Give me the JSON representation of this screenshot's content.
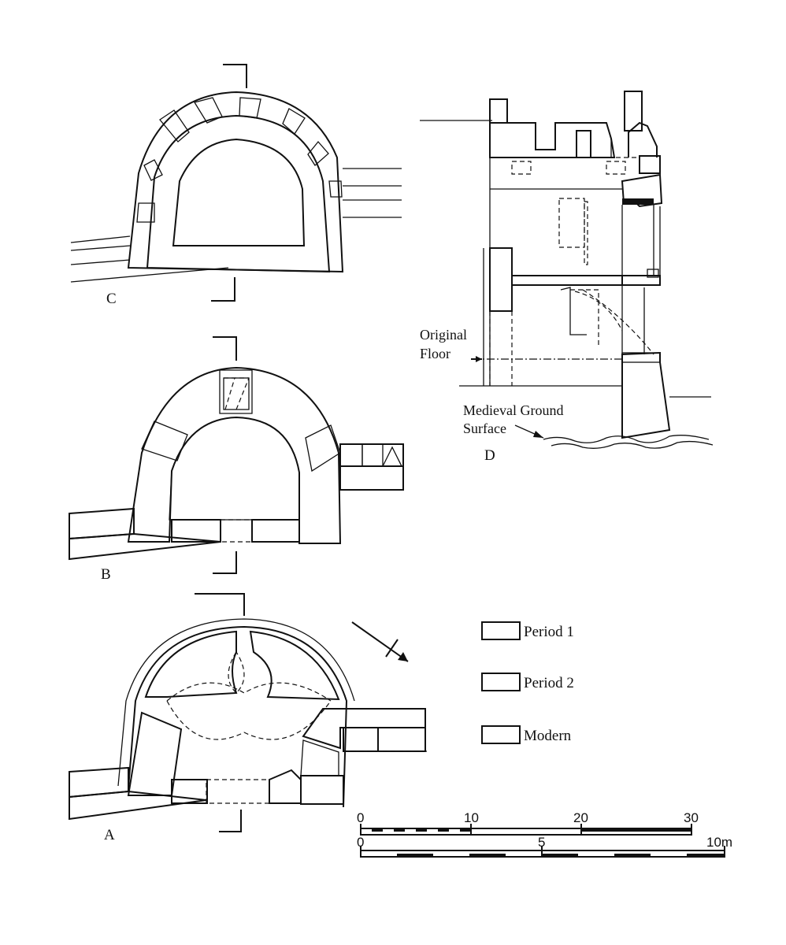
{
  "labels": {
    "plan_c": "C",
    "plan_b": "B",
    "plan_a": "A",
    "section_d": "D",
    "original_floor_line1": "Original",
    "original_floor_line2": "Floor",
    "ground_line1": "Medieval Ground",
    "ground_line2": "Surface"
  },
  "legend": {
    "items": [
      {
        "label": "Period 1",
        "fill": "crosshatch"
      },
      {
        "label": "Period 2",
        "fill": "hatch"
      },
      {
        "label": "Modern",
        "fill": "stipple"
      }
    ]
  },
  "scale_feet": {
    "ticks": [
      "0",
      "10",
      "20",
      "30"
    ]
  },
  "scale_metres": {
    "ticks": [
      "0",
      "5",
      "10m"
    ]
  },
  "colors": {
    "ink": "#111111",
    "paper": "#ffffff"
  }
}
